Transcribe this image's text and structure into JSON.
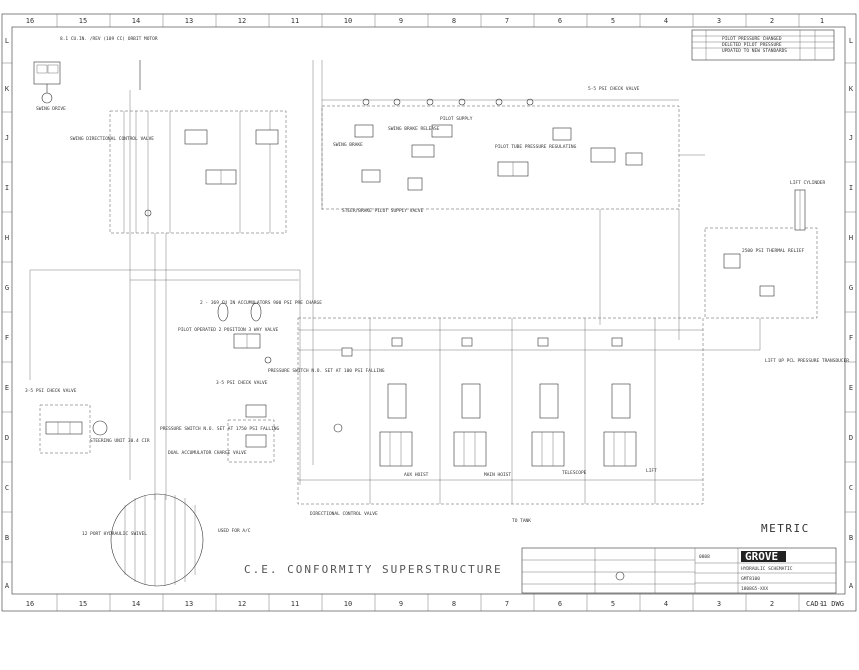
{
  "zones": {
    "columns": [
      "16",
      "15",
      "14",
      "13",
      "12",
      "11",
      "10",
      "9",
      "8",
      "7",
      "6",
      "5",
      "4",
      "3",
      "2",
      "1"
    ],
    "rows": [
      "L",
      "K",
      "J",
      "I",
      "H",
      "G",
      "F",
      "E",
      "D",
      "C",
      "B",
      "A"
    ]
  },
  "title_main": "C.E. CONFORMITY SUPERSTRUCTURE",
  "metric_label": "METRIC",
  "brand": "GROVE",
  "drawing_code": "CAD-1 DWG",
  "sheet_id": "0808",
  "title_block": {
    "title": "HYDRAULIC SCHEMATIC",
    "model": "GMT8100",
    "drawing_no": "1808G5-XXX"
  },
  "components": {
    "swing_drive": "SWING DRIVE",
    "swing_motor": "8.1 CU.IN. /REV (109 CC) ORBIT MOTOR",
    "swing_valve": "SWING DIRECTIONAL CONTROL VALVE",
    "steer_brake": "STEER/BRAKE PILOT SUPPLY VALVE",
    "swing_brake": "SWING BRAKE",
    "swing_brake_release": "SWING BRAKE RELEASE",
    "pilot_supply": "PILOT SUPPLY",
    "pilot_regulating": "PILOT TUBE PRESSURE REGULATING",
    "check_valve_top": "5-5 PSI CHECK VALVE",
    "lift_cylinder": "LIFT CYLINDER",
    "thermal_relief": "2500 PSI THERMAL RELIEF",
    "accumulators": "2 - 369 CU IN ACCUMULATORS 900 PSI PRE CHARGE",
    "pilot_operated": "PILOT OPERATED 2 POSITION 3 WAY VALVE",
    "pressure_switch_top": "PRESSURE SWITCH N.O. SET AT 100 PSI FALLING",
    "check_valve_mid": "3-5 PSI CHECK VALVE",
    "check_valve_left": "3-5 PSI CHECK VALVE",
    "steering_unit": "STEERING UNIT 30.4 CIR",
    "pressure_switch_low": "PRESSURE SWITCH N.O. SET AT 1750 PSI FALLING",
    "dual_accumulator": "DUAL ACCUMULATOR CHARGE VALVE",
    "directional_valve": "DIRECTIONAL CONTROL VALVE",
    "hydraulic_swivel": "12 PORT HYDRAULIC SWIVEL",
    "used_for_aux": "USED FOR A/C",
    "aux_hoist": "AUX HOIST",
    "main_hoist": "MAIN HOIST",
    "telescope": "TELESCOPE",
    "lift": "LIFT",
    "lift_pressure": "LIFT UP PCL PRESSURE TRANSDUCER",
    "to_tank": "TO TANK"
  },
  "revisions": [
    "PILOT PRESSURE CHANGED",
    "DELETED PILOT PRESSURE",
    "UPDATED TO NEW STANDARDS"
  ]
}
